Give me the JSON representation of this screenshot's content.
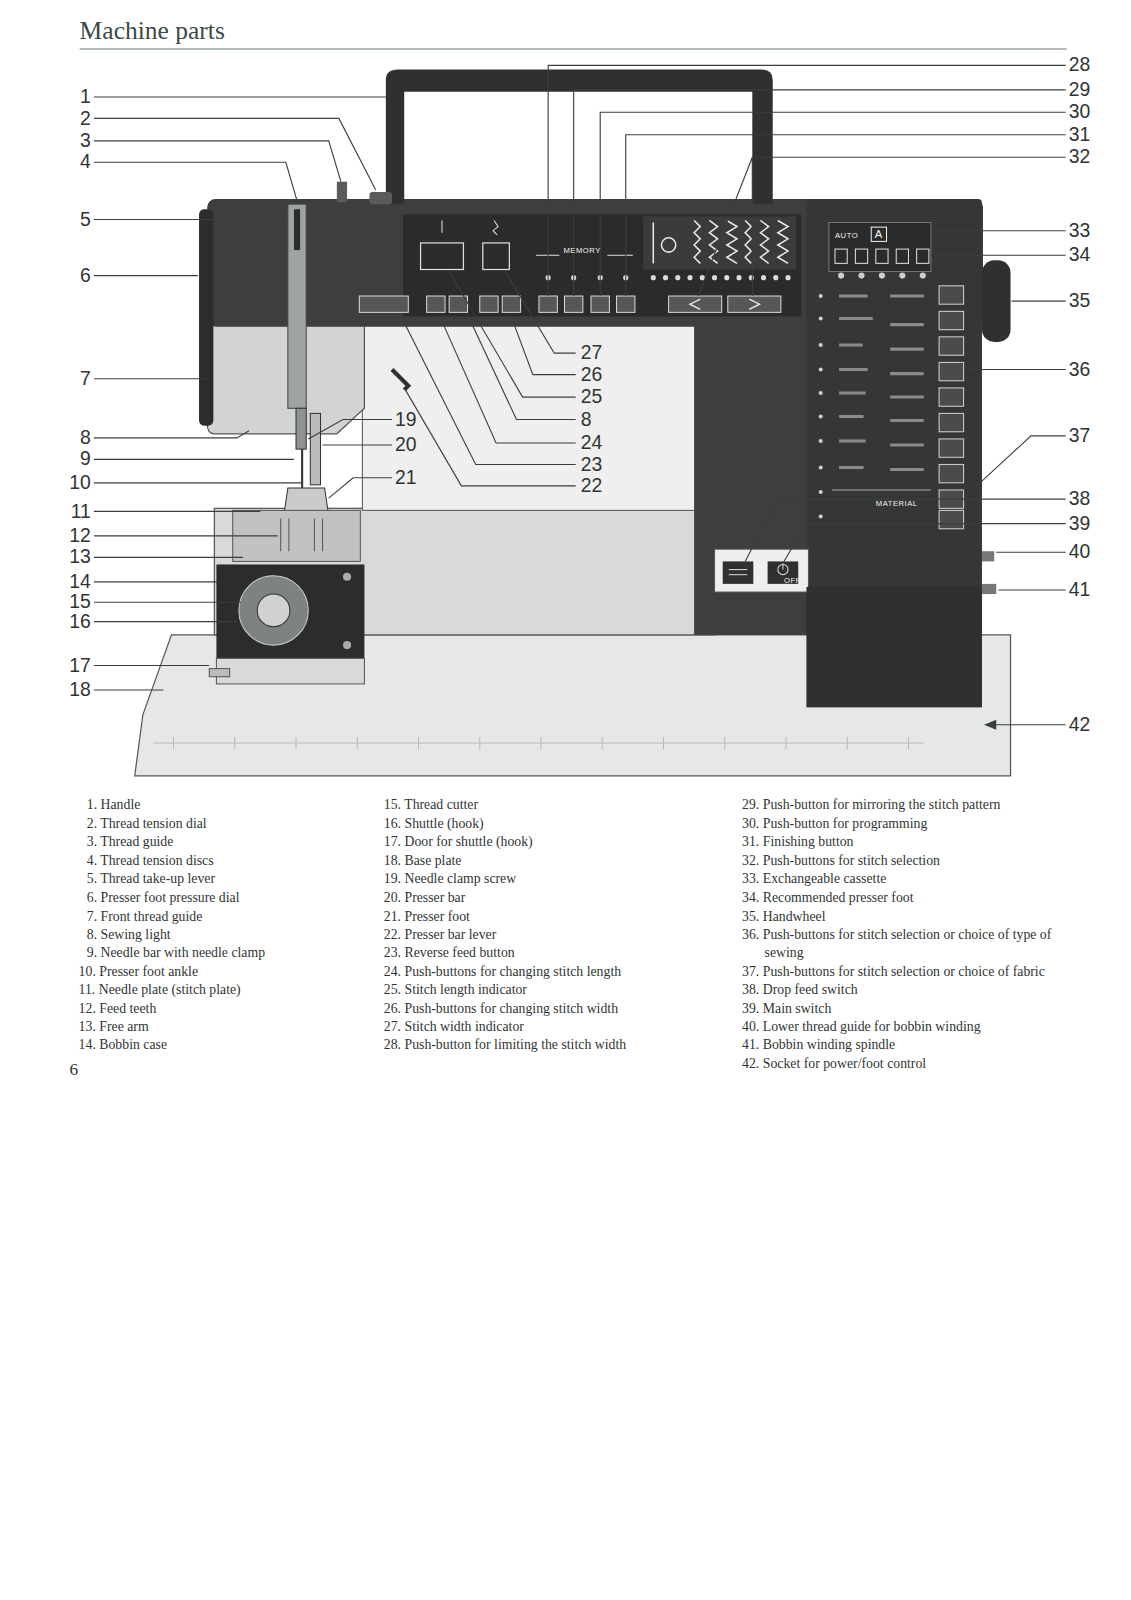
{
  "diagram": {
    "title": "Machine parts",
    "labels": [
      "1",
      "2",
      "3",
      "4",
      "5",
      "6",
      "7",
      "8",
      "9",
      "10",
      "11",
      "12",
      "13",
      "14",
      "15",
      "16",
      "17",
      "18",
      "19",
      "20",
      "21",
      "27",
      "26",
      "25",
      "8",
      "24",
      "23",
      "22",
      "28",
      "29",
      "30",
      "31",
      "32",
      "33",
      "34",
      "35",
      "36",
      "37",
      "38",
      "39",
      "40",
      "41",
      "42",
      "MEMORY",
      "AUTO",
      "A",
      "MATERIAL",
      "OFF",
      "1. Handle",
      "2. Thread tension dial",
      "3. Thread guide",
      "4. Thread tension discs",
      "5. Thread take-up lever",
      "6. Presser foot pressure dial",
      "7. Front thread guide",
      "8. Sewing light",
      "9. Needle bar with needle clamp",
      "10. Presser foot ankle",
      "11. Needle plate (stitch plate)",
      "12. Feed teeth",
      "13. Free arm",
      "14. Bobbin case",
      "15. Thread cutter",
      "16. Shuttle (hook)",
      "17. Door for shuttle (hook)",
      "18. Base plate",
      "19. Needle clamp screw",
      "20. Presser bar",
      "21. Presser foot",
      "22. Presser bar lever",
      "23. Reverse feed button",
      "24. Push-buttons for changing stitch length",
      "25. Stitch length indicator",
      "26. Push-buttons for changing stitch width",
      "27. Stitch width indicator",
      "28. Push-button for limiting the stitch width",
      "29. Push-button for mirroring the stitch pattern",
      "30. Push-button for programming",
      "31. Finishing button",
      "32. Push-buttons for stitch selection",
      "33. Exchangeable cassette",
      "34. Recommended presser foot",
      "35. Handwheel",
      "36. Push-buttons for stitch selection or choice of type of sewing",
      "37. Push-buttons for stitch selection or choice of fabric",
      "38. Drop feed switch",
      "39. Main switch",
      "40. Lower thread guide for bobbin winding",
      "41. Bobbin winding spindle",
      "42. Socket for power/foot control",
      "6"
    ]
  }
}
